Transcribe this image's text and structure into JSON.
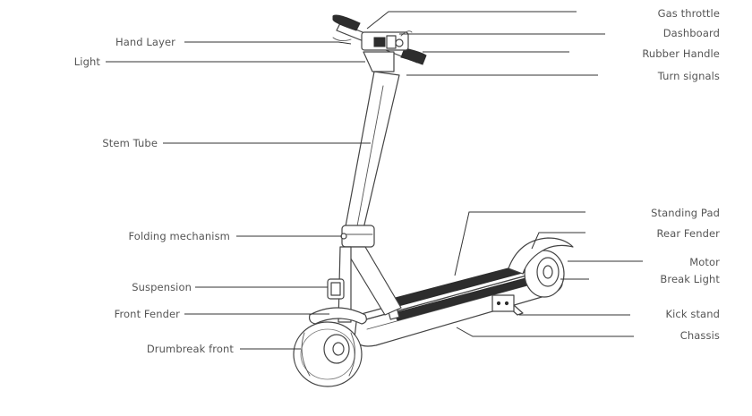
{
  "labels": {
    "left": {
      "hand_layer": "Hand Layer",
      "light": "Light",
      "stem_tube": "Stem Tube",
      "folding_mechanism": "Folding mechanism",
      "suspension": "Suspension",
      "front_fender": "Front Fender",
      "drumbreak_front": "Drumbreak front"
    },
    "right": {
      "gas_throttle": "Gas throttle",
      "dashboard": "Dashboard",
      "rubber_handle": "Rubber Handle",
      "turn_signals": "Turn signals",
      "standing_pad": "Standing Pad",
      "rear_fender": "Rear Fender",
      "motor": "Motor",
      "break_light": "Break Light",
      "kick_stand": "Kick stand",
      "chassis": "Chassis"
    }
  },
  "colors": {
    "line": "#333333",
    "text": "#555555",
    "grip": "#2d2d2d",
    "background": "#ffffff"
  }
}
